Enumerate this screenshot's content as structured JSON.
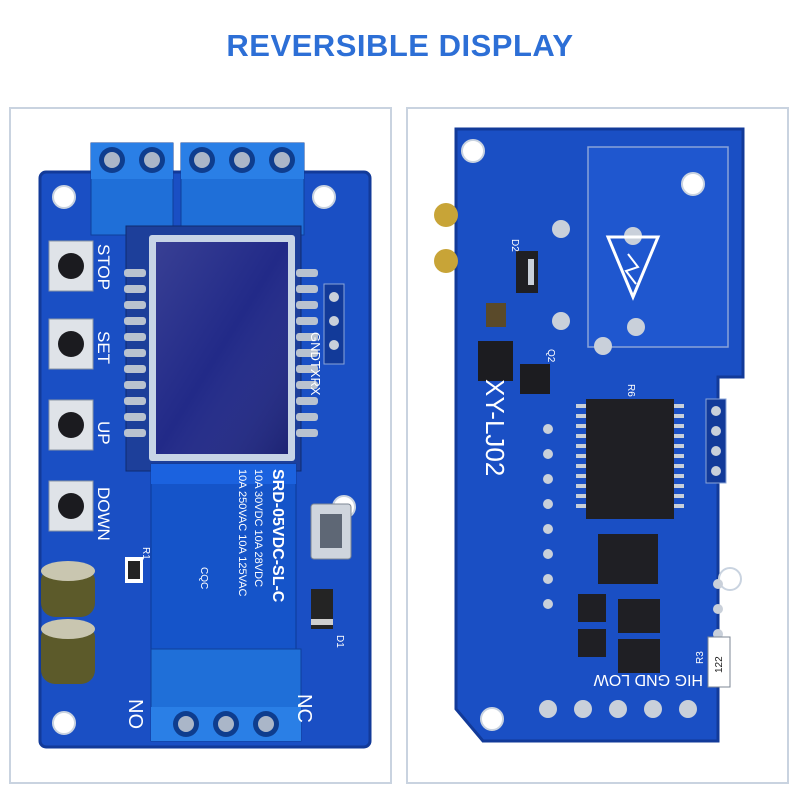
{
  "headline": "REVERSIBLE DISPLAY",
  "colors": {
    "headline": "#2d6fd6",
    "pcb": "#1a4fc4",
    "pcb_dark": "#143d9c",
    "terminal": "#1f6fd8",
    "relay": "#1554c9",
    "lcd": "#222a88",
    "frame": "#c9d3e0"
  },
  "front": {
    "buttons": [
      "STOP",
      "SET",
      "UP",
      "DOWN"
    ],
    "header_label": "GNDTXRX",
    "relay_label": "SRD-05VDC-SL-C",
    "relay_rating_1": "10A 250VAC  10A 125VAC",
    "relay_rating_2": "10A 30VDC  10A 28VDC",
    "cqc": "CQC",
    "no_label": "NO",
    "nc_label": "NC",
    "r1": "R1",
    "d1": "D1"
  },
  "back": {
    "model": "XY-LJ02",
    "pins": "HIG GND LOW",
    "r3": "R3",
    "r3_value": "122",
    "d2": "D2",
    "q2": "Q2",
    "r6": "R6"
  }
}
